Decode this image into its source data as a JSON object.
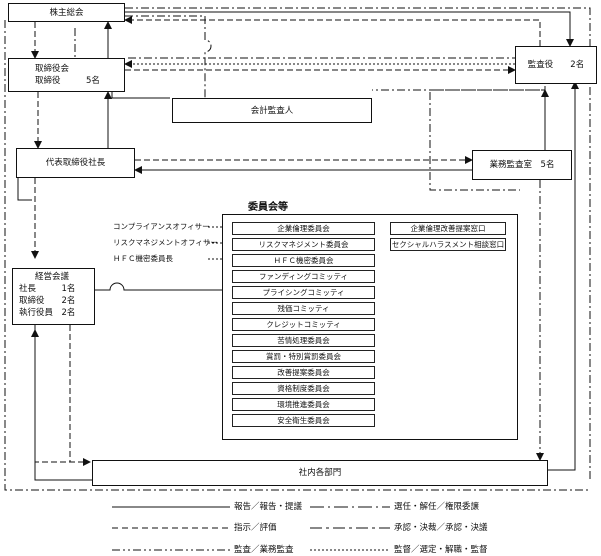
{
  "boxes": {
    "shareholders": "株主総会",
    "board_title": "取締役会",
    "board_sub": "取締役　　　5名",
    "auditors": "監査役　　2名",
    "accounting_auditor": "会計監査人",
    "president": "代表取締役社長",
    "internal_audit": "業務監査室　5名",
    "mgmt_title": "経営会議",
    "mgmt_lines": [
      "社長　　　1名",
      "取締役　　2名",
      "執行役員　2名"
    ],
    "departments": "社内各部門"
  },
  "committees": {
    "title": "委員会等",
    "officers": [
      "コンプライアンスオフィサー",
      "リスクマネジメントオフィサー",
      "ＨＦＣ機密委員長"
    ],
    "items": [
      "企業倫理委員会",
      "リスクマネジメント委員会",
      "ＨＦＣ機密委員会",
      "ファンディングコミッティ",
      "プライシングコミッティ",
      "残価コミッティ",
      "クレジットコミッティ",
      "苦情処理委員会",
      "賞罰・特別賞罰委員会",
      "改善提案委員会",
      "資格制度委員会",
      "環境推進委員会",
      "安全衛生委員会"
    ],
    "windows": [
      "企業倫理改善提案窓口",
      "セクシャルハラスメント相談窓口"
    ]
  },
  "legend": [
    {
      "label": "報告／報告・提議",
      "style": "solid"
    },
    {
      "label": "選任・解任／権限委譲",
      "style": "dash-dot"
    },
    {
      "label": "指示／評価",
      "style": "dashed"
    },
    {
      "label": "承認・決裁／承認・決議",
      "style": "long-dash-dot"
    },
    {
      "label": "監査／業務監査",
      "style": "dash-dot-dot"
    },
    {
      "label": "監督／選定・解職・監督",
      "style": "dotted"
    }
  ]
}
